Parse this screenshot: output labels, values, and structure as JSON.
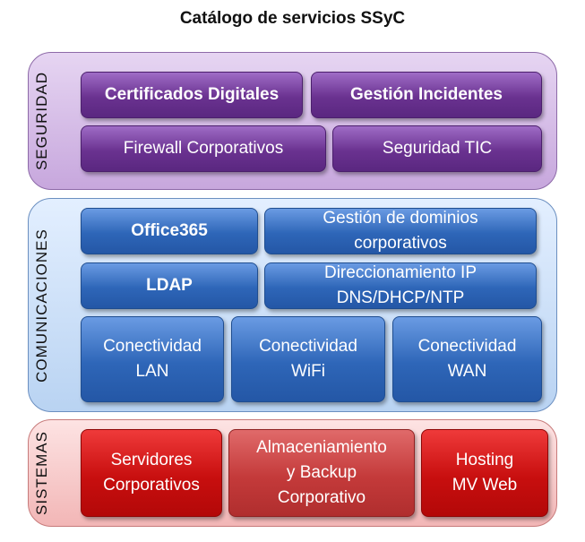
{
  "title": "Catálogo de servicios SSyC",
  "sections": {
    "seguridad": {
      "label": "SEGURIDAD",
      "items": [
        "Certificados Digitales",
        "Gestión Incidentes",
        "Firewall Corporativos",
        "Seguridad TIC"
      ]
    },
    "comunicaciones": {
      "label": "COMUNICACIONES",
      "items": [
        "Office365",
        "Gestión de dominios\ncorporativos",
        "LDAP",
        "Direccionamiento IP\nDNS/DHCP/NTP",
        "Conectividad\nLAN",
        "Conectividad\nWiFi",
        "Conectividad\nWAN"
      ]
    },
    "sistemas": {
      "label": "SISTEMAS",
      "items": [
        "Servidores\nCorporativos",
        "Almaceniamiento\ny Backup\nCorporativo",
        "Hosting\nMV Web"
      ]
    }
  },
  "colors": {
    "seguridad_box": "#6a3290",
    "comunicaciones_box": "#2e66b8",
    "sistemas_box": "#c80f0f",
    "sistemas_box_mid": "#c43a3a"
  }
}
